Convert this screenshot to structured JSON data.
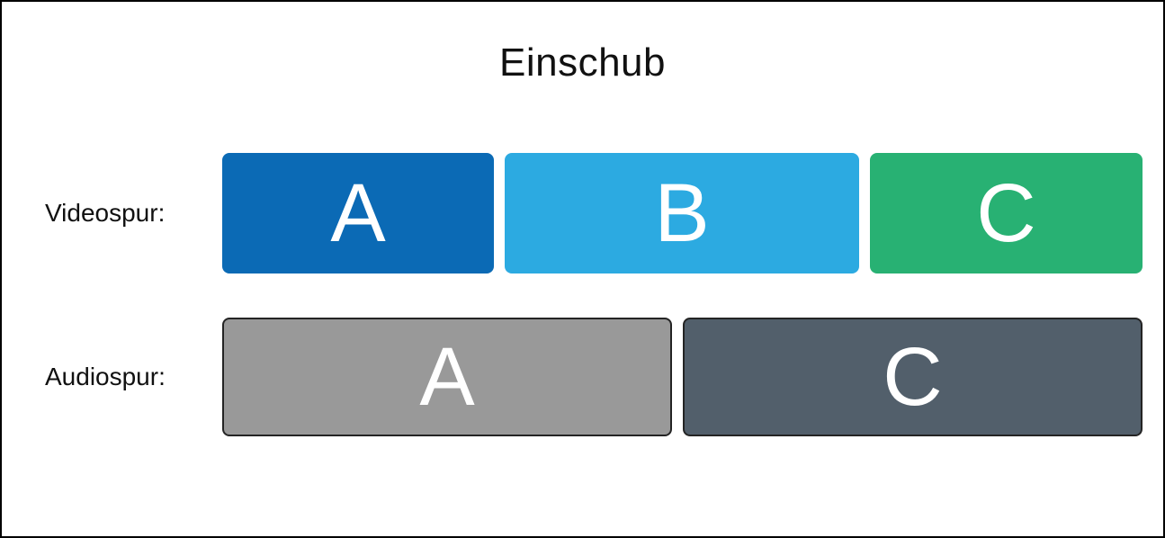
{
  "title": "Einschub",
  "rows": [
    {
      "name": "videospur",
      "label": "Videospur:",
      "blocks": [
        {
          "label": "A",
          "color": "#0b6ab5",
          "width_fr": 303,
          "bordered": false
        },
        {
          "label": "B",
          "color": "#2caae1",
          "width_fr": 395,
          "bordered": false
        },
        {
          "label": "C",
          "color": "#28b173",
          "width_fr": 304,
          "bordered": false
        }
      ]
    },
    {
      "name": "audiospur",
      "label": "Audiospur:",
      "blocks": [
        {
          "label": "A",
          "color": "#999999",
          "width_fr": 502,
          "bordered": true
        },
        {
          "label": "C",
          "color": "#525f6b",
          "width_fr": 513,
          "bordered": true
        }
      ]
    }
  ],
  "colors": {
    "background": "#ffffff",
    "outer_border": "#000000",
    "text": "#111111",
    "block_text": "#ffffff",
    "audio_block_border": "#242424"
  }
}
